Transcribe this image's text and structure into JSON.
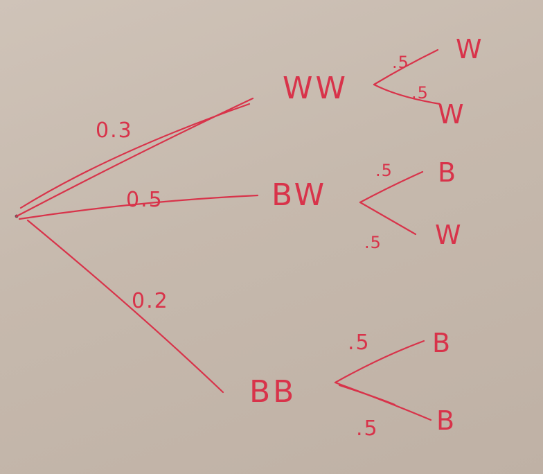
{
  "tree": {
    "branches": [
      {
        "probability": "0.3",
        "node": "WW",
        "children": [
          {
            "probability": ".5",
            "outcome": "W"
          },
          {
            "probability": ".5",
            "outcome": "W"
          }
        ]
      },
      {
        "probability": "0.5",
        "node": "BW",
        "children": [
          {
            "probability": ".5",
            "outcome": "B"
          },
          {
            "probability": ".5",
            "outcome": "W"
          }
        ]
      },
      {
        "probability": "0.2",
        "node": "BB",
        "children": [
          {
            "probability": ".5",
            "outcome": "B"
          },
          {
            "probability": ".5",
            "outcome": "B"
          }
        ]
      }
    ]
  },
  "colors": {
    "ink": "#d8334a",
    "paper": "#c9bcb1"
  }
}
